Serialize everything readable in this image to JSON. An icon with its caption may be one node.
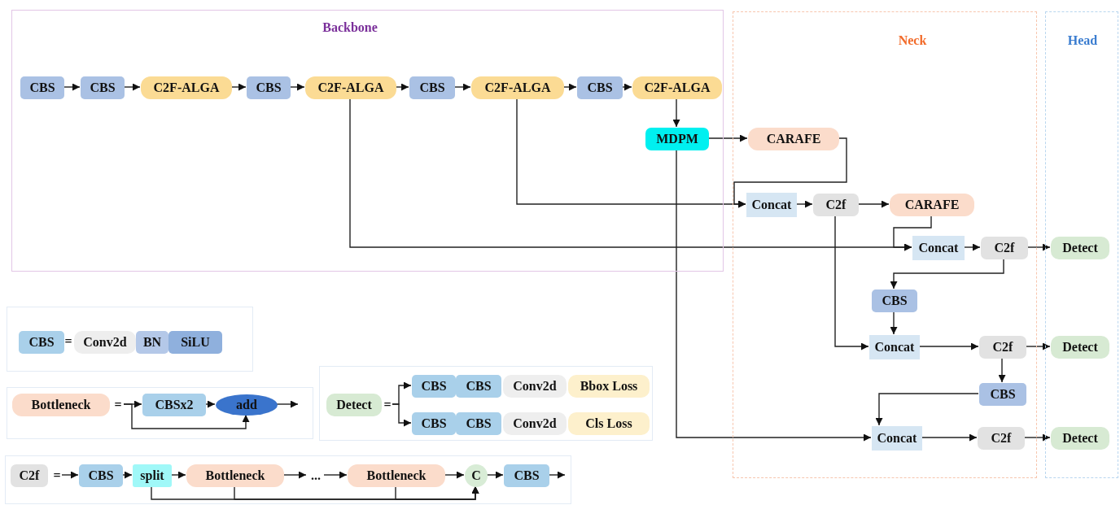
{
  "diagram": {
    "nodes": [
      {
        "text": [
          "Backbone"
        ]
      },
      {
        "text": [
          "Neck"
        ]
      },
      {
        "text": [
          "Head"
        ]
      },
      {
        "text": [
          "CBS"
        ],
        "in": 0
      },
      {
        "text": [
          "CBS"
        ],
        "in": 0
      },
      {
        "text": [
          "C2F-ALGA"
        ],
        "in": 0
      },
      {
        "text": [
          "CBS"
        ],
        "in": 0
      },
      {
        "text": [
          "C2F-ALGA"
        ],
        "in": 0
      },
      {
        "text": [
          "CBS"
        ],
        "in": 0
      },
      {
        "text": [
          "C2F-ALGA"
        ],
        "in": 0
      },
      {
        "text": [
          "CBS"
        ],
        "in": 0
      },
      {
        "text": [
          "C2F-ALGA"
        ],
        "in": 0
      },
      {
        "text": [
          "MDPM"
        ],
        "in": 0
      },
      {
        "text": [
          "CARAFE"
        ],
        "in": 1
      },
      {
        "text": [
          "Concat"
        ],
        "in": 1
      },
      {
        "text": [
          "C2f"
        ],
        "in": 1
      },
      {
        "text": [
          "CARAFE"
        ],
        "in": 1
      },
      {
        "text": [
          "Concat"
        ],
        "in": 1
      },
      {
        "text": [
          "C2f"
        ],
        "in": 1
      },
      {
        "text": [
          "CBS"
        ],
        "in": 1
      },
      {
        "text": [
          "Concat"
        ],
        "in": 1
      },
      {
        "text": [
          "C2f"
        ],
        "in": 1
      },
      {
        "text": [
          "CBS"
        ],
        "in": 1
      },
      {
        "text": [
          "Concat"
        ],
        "in": 1
      },
      {
        "text": [
          "C2f"
        ],
        "in": 1
      },
      {
        "text": [
          "Detect"
        ],
        "in": 2
      },
      {
        "text": [
          "Detect"
        ],
        "in": 2
      },
      {
        "text": [
          "Detect"
        ],
        "in": 2
      },
      {
        "text": [],
        "shape": "box"
      },
      {
        "text": [
          "CBS"
        ],
        "in": 28
      },
      {
        "text": [
          "Conv2d"
        ],
        "in": 28
      },
      {
        "text": [
          "BN"
        ],
        "in": 28
      },
      {
        "text": [
          "SiLU"
        ],
        "in": 28
      },
      {
        "text": [],
        "shape": "box"
      },
      {
        "text": [
          "Bottleneck"
        ],
        "in": 33
      },
      {
        "text": [
          "CBSx2"
        ],
        "in": 33
      },
      {
        "text": [
          "add"
        ],
        "in": 33
      },
      {
        "text": [],
        "shape": "box"
      },
      {
        "text": [
          "Detect"
        ],
        "in": 37
      },
      {
        "text": [
          "CBS"
        ],
        "in": 37
      },
      {
        "text": [
          "CBS"
        ],
        "in": 37
      },
      {
        "text": [
          "Conv2d"
        ],
        "in": 37
      },
      {
        "text": [
          "Bbox Loss"
        ],
        "in": 37
      },
      {
        "text": [
          "CBS"
        ],
        "in": 37
      },
      {
        "text": [
          "CBS"
        ],
        "in": 37
      },
      {
        "text": [
          "Conv2d"
        ],
        "in": 37
      },
      {
        "text": [
          "Cls Loss"
        ],
        "in": 37
      },
      {
        "text": [],
        "shape": "box"
      },
      {
        "text": [
          "C2f"
        ],
        "in": 47
      },
      {
        "text": [
          "CBS"
        ],
        "in": 47
      },
      {
        "text": [
          "split"
        ],
        "in": 47
      },
      {
        "text": [
          "Bottleneck"
        ],
        "in": 47
      },
      {
        "text": [
          "Bottleneck"
        ],
        "in": 47
      },
      {
        "text": [
          "C"
        ],
        "in": 47
      },
      {
        "text": [
          "CBS"
        ],
        "in": 47
      },
      {
        "text": [
          "="
        ],
        "in": 33
      },
      {
        "text": [
          "="
        ],
        "in": 37
      },
      {
        "text": [
          "="
        ],
        "in": 47
      },
      {
        "text": [
          "..."
        ],
        "in": 47
      }
    ],
    "edges": [
      {
        "from": 3,
        "to": 4,
        "arrow": "to"
      },
      {
        "from": 4,
        "to": 5,
        "arrow": "to"
      },
      {
        "from": 5,
        "to": 6,
        "arrow": "to"
      },
      {
        "from": 6,
        "to": 7,
        "arrow": "to"
      },
      {
        "from": 7,
        "to": 8,
        "arrow": "to"
      },
      {
        "from": 8,
        "to": 9,
        "arrow": "to"
      },
      {
        "from": 9,
        "to": 10,
        "arrow": "to"
      },
      {
        "from": 10,
        "to": 11,
        "arrow": "to"
      },
      {
        "from": 11,
        "to": 12,
        "arrow": "to"
      },
      {
        "from": 12,
        "to": 13,
        "arrow": "to"
      },
      {
        "from": 13,
        "to": 14,
        "arrow": "to"
      },
      {
        "from": 9,
        "to": 14,
        "arrow": "to"
      },
      {
        "from": 14,
        "to": 15,
        "arrow": "to"
      },
      {
        "from": 15,
        "to": 16,
        "arrow": "to"
      },
      {
        "from": 16,
        "to": 17,
        "arrow": "to"
      },
      {
        "from": 7,
        "to": 17,
        "arrow": "to"
      },
      {
        "from": 17,
        "to": 18,
        "arrow": "to"
      },
      {
        "from": 18,
        "to": 25,
        "arrow": "to"
      },
      {
        "from": 18,
        "to": 19,
        "arrow": "to"
      },
      {
        "from": 15,
        "to": 20,
        "arrow": "to"
      },
      {
        "from": 19,
        "to": 20,
        "arrow": "to"
      },
      {
        "from": 20,
        "to": 21,
        "arrow": "to"
      },
      {
        "from": 21,
        "to": 26,
        "arrow": "to"
      },
      {
        "from": 21,
        "to": 22,
        "arrow": "to"
      },
      {
        "from": 22,
        "to": 23,
        "arrow": "to"
      },
      {
        "from": 12,
        "to": 23,
        "arrow": "to"
      },
      {
        "from": 23,
        "to": 24,
        "arrow": "to"
      },
      {
        "from": 24,
        "to": 27,
        "arrow": "to"
      },
      {
        "from": 55,
        "to": 35,
        "arrow": "to"
      },
      {
        "from": 35,
        "to": 36,
        "arrow": "to"
      },
      {
        "from": 36,
        "to": null,
        "arrow": "to"
      },
      {
        "from": 55,
        "to": 36,
        "arrow": "to"
      },
      {
        "from": 56,
        "to": 39,
        "arrow": "to"
      },
      {
        "from": 56,
        "to": 43,
        "arrow": "to"
      },
      {
        "from": 57,
        "to": 49,
        "arrow": "to"
      },
      {
        "from": 49,
        "to": 50,
        "arrow": "to"
      },
      {
        "from": 50,
        "to": 51,
        "arrow": "to"
      },
      {
        "from": 51,
        "to": 58,
        "arrow": "to"
      },
      {
        "from": 58,
        "to": 52,
        "arrow": "to"
      },
      {
        "from": 52,
        "to": 53,
        "arrow": "to"
      },
      {
        "from": 53,
        "to": 54,
        "arrow": "to"
      },
      {
        "from": 54,
        "to": null,
        "arrow": "to"
      },
      {
        "from": 50,
        "to": 53,
        "arrow": "to"
      },
      {
        "from": 51,
        "to": 53,
        "arrow": "to"
      },
      {
        "from": 52,
        "to": 53,
        "arrow": "to"
      }
    ],
    "labels": [
      "="
    ]
  }
}
